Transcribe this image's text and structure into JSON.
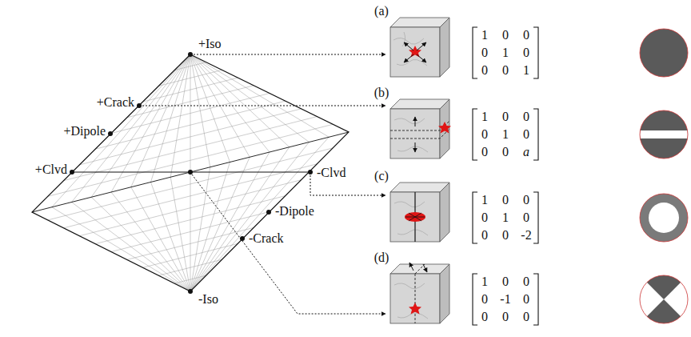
{
  "diagram": {
    "labels": [
      "+Iso",
      "+Crack",
      "+Dipole",
      "+Clvd",
      "-Clvd",
      "-Dipole",
      "-Crack",
      "-Iso",
      "(a)",
      "1",
      "0",
      "0",
      "0",
      "1",
      "0",
      "0",
      "0",
      "1",
      "(b)",
      "1",
      "0",
      "0",
      "0",
      "1",
      "0",
      "0",
      "0",
      "a",
      "(c)",
      "1",
      "0",
      "0",
      "0",
      "1",
      "0",
      "0",
      "0",
      "-2",
      "(d)",
      "1",
      "0",
      "0",
      "0",
      "-1",
      "0",
      "0",
      "0",
      "0"
    ]
  }
}
